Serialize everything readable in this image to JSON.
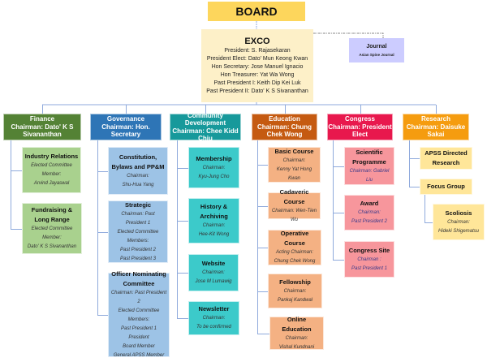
{
  "board": {
    "label": "BOARD"
  },
  "exco": {
    "title": "EXCO",
    "members": [
      "President: S. Rajasekaran",
      "President Elect: Dato' Mun Keong Kwan",
      "Hon Secretary: Jose Manuel Ignacio",
      "Hon Treasurer: Yat Wa Wong",
      "Past President I: Keith Dip Kei Luk",
      "Past President II: Dato' K S Sivananthan"
    ]
  },
  "journal": {
    "title": "Journal",
    "subtitle": "Asian Spine Journal"
  },
  "colors": {
    "board": "#fdd65c",
    "exco": "#fdf0c8",
    "journal": "#ccccff",
    "finance": [
      "#548235",
      "#a9d18e"
    ],
    "governance": [
      "#2e75b6",
      "#9dc3e6"
    ],
    "community": [
      "#17999b",
      "#3ccaca"
    ],
    "education": [
      "#c55a11",
      "#f4b183"
    ],
    "congress": [
      "#e8184d",
      "#f7969c"
    ],
    "research": [
      "#f59c0f",
      "#ffe699"
    ]
  },
  "departments": [
    {
      "key": "finance",
      "lines": [
        "Finance",
        "Chairman: Dato' K S Sivananthan"
      ],
      "children": [
        {
          "title": "Industry Relations",
          "lines": [
            "Elected Committee Member:",
            "Arvind Jayaswal"
          ]
        },
        {
          "title": "Fundraising & Long Range",
          "lines": [
            "Elected Committee Member:",
            "Dato' K S Sivananthan"
          ]
        }
      ]
    },
    {
      "key": "governance",
      "lines": [
        "Governance",
        "Chairman: Hon. Secretary"
      ],
      "children": [
        {
          "title": "Constitution, Bylaws and PP&M",
          "lines": [
            "Chairman:",
            "Shu-Hua Yang"
          ]
        },
        {
          "title": "Strategic",
          "lines": [
            "Chairman: Past President 1",
            "Elected Committee Members:",
            "Past President 2",
            "Past President 3"
          ]
        },
        {
          "title": "Officer Nominating Committee",
          "lines": [
            "Chairman: Past President 2",
            "Elected Committee Members:",
            "Past President 1",
            "President",
            "Board Member",
            "General APSS Member"
          ]
        }
      ]
    },
    {
      "key": "community",
      "lines": [
        "Community Development",
        "Chairman: Chee Kidd Chiu"
      ],
      "children": [
        {
          "title": "Membership",
          "lines": [
            "Chairman:",
            "Kyu-Jung Cho"
          ]
        },
        {
          "title": "History & Archiving",
          "lines": [
            "Chairman:",
            "Hee-Kit Wong"
          ]
        },
        {
          "title": "Website",
          "lines": [
            "Chairman:",
            "Jose M Lumawig"
          ]
        },
        {
          "title": "Newsletter",
          "lines": [
            "Chairman:",
            "To be confirmed"
          ]
        }
      ]
    },
    {
      "key": "education",
      "lines": [
        "Education",
        "Chairman: Chung Chek Wong"
      ],
      "children": [
        {
          "title": "Basic Course",
          "lines": [
            "Chairman:",
            "Kenny Yat Hong Kwan"
          ]
        },
        {
          "title": "Cadaveric Course",
          "lines": [
            "Chairman: Wen-Tien Wu"
          ]
        },
        {
          "title": "Operative Course",
          "lines": [
            "Acting Chairman:",
            "Chung Chek Wong"
          ]
        },
        {
          "title": "Fellowship",
          "lines": [
            "Chairman:",
            "Pankaj Kandwal"
          ]
        },
        {
          "title": "Online Education",
          "lines": [
            "Chairman:",
            "Vishal Kundnani"
          ]
        }
      ]
    },
    {
      "key": "congress",
      "lines": [
        "Congress",
        "Chairman: President Elect"
      ],
      "children": [
        {
          "title": "Scientific Programme",
          "lines": [
            "Chairman: Gabriel Liu"
          ]
        },
        {
          "title": "Award",
          "lines": [
            "Chairman:",
            "Past President 2"
          ]
        },
        {
          "title": "Congress Site",
          "lines": [
            "Chairman :",
            "Past President 1"
          ]
        }
      ]
    },
    {
      "key": "research",
      "lines": [
        "Research",
        "Chairman: Daisuke Sakai"
      ],
      "children": [
        {
          "title": "APSS Directed Research",
          "lines": []
        },
        {
          "title": "Focus Group",
          "lines": []
        },
        {
          "title": "Scoliosis",
          "lines": [
            "Chairman:",
            "Hideki Shigematsu"
          ]
        }
      ]
    }
  ]
}
